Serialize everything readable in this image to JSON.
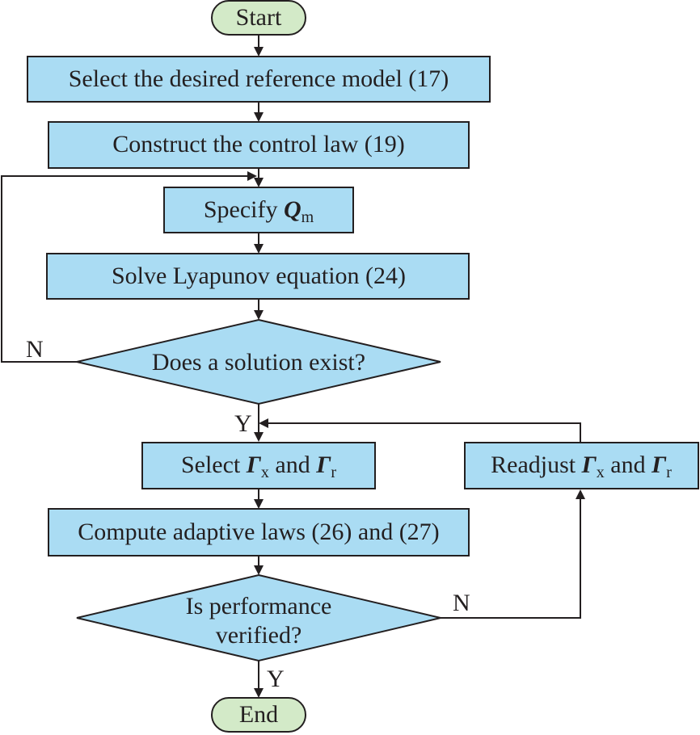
{
  "nodes": {
    "start": "Start",
    "select_model": "Select the desired reference model (17)",
    "construct_law": "Construct the control law (19)",
    "specify": {
      "prefix": "Specify ",
      "symbol": "Q",
      "sub": "m"
    },
    "solve": "Solve Lyapunov equation (24)",
    "decision1": "Does a solution exist?",
    "select_gamma": {
      "prefix": "Select ",
      "sym1": "Γ",
      "sub1": "x",
      "mid": " and ",
      "sym2": "Γ",
      "sub2": "r"
    },
    "readjust_gamma": {
      "prefix": "Readjust ",
      "sym1": "Γ",
      "sub1": "x",
      "mid": " and ",
      "sym2": "Γ",
      "sub2": "r"
    },
    "compute": "Compute adaptive laws (26) and (27)",
    "decision2_line1": "Is performance",
    "decision2_line2": "verified?",
    "end": "End"
  },
  "edge_labels": {
    "d1_no": "N",
    "d1_yes": "Y",
    "d2_no": "N",
    "d2_yes": "Y"
  },
  "colors": {
    "process_fill": "#aadcf3",
    "terminal_fill": "#d3eac8",
    "stroke": "#231f20"
  }
}
